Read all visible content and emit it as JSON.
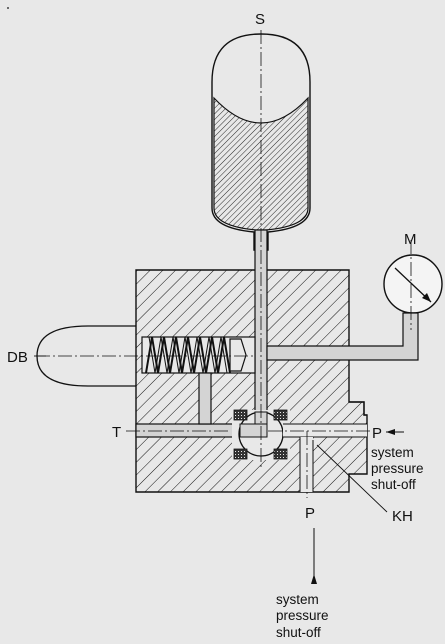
{
  "labels": {
    "accumulator": "S",
    "gauge": "M",
    "relief_valve": "DB",
    "tank_port": "T",
    "pressure_port_right": "P",
    "pressure_port_bottom": "P",
    "ball_valve": "KH"
  },
  "notes": {
    "right": [
      "system",
      "pressure",
      "shut-off"
    ],
    "bottom": [
      "system",
      "pressure",
      "shut-off"
    ]
  },
  "colors": {
    "background": "#e8e8e8",
    "line": "#111111",
    "fluid_channel": "#c8c8c8",
    "seal": "#333333"
  }
}
